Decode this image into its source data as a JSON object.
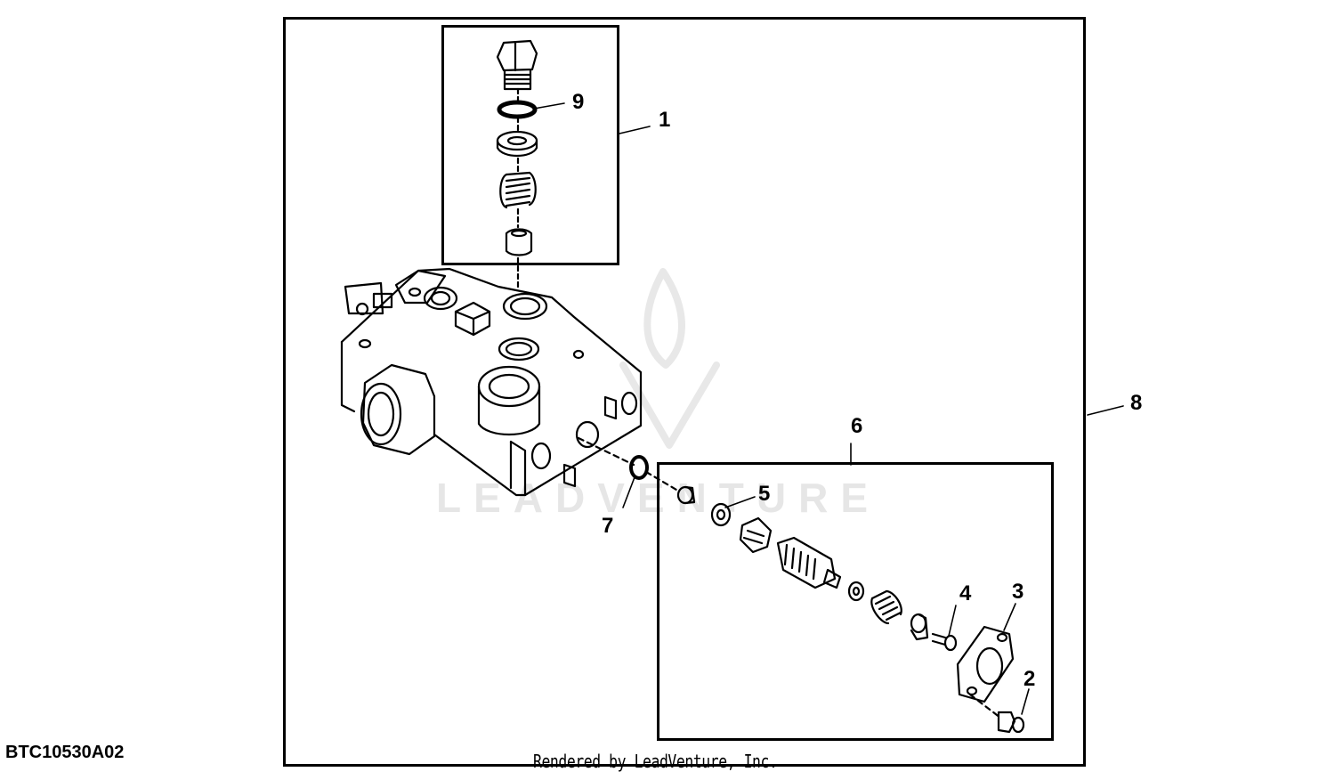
{
  "figure": {
    "code": "BTC10530A02",
    "credit": "Rendered by LeadVenture, Inc.",
    "watermark": "LEADVENTURE"
  },
  "callouts": [
    {
      "id": "c1",
      "label": "1"
    },
    {
      "id": "c2",
      "label": "2"
    },
    {
      "id": "c3",
      "label": "3"
    },
    {
      "id": "c4",
      "label": "4"
    },
    {
      "id": "c5",
      "label": "5"
    },
    {
      "id": "c6",
      "label": "6"
    },
    {
      "id": "c7",
      "label": "7"
    },
    {
      "id": "c8",
      "label": "8"
    },
    {
      "id": "c9",
      "label": "9"
    }
  ]
}
